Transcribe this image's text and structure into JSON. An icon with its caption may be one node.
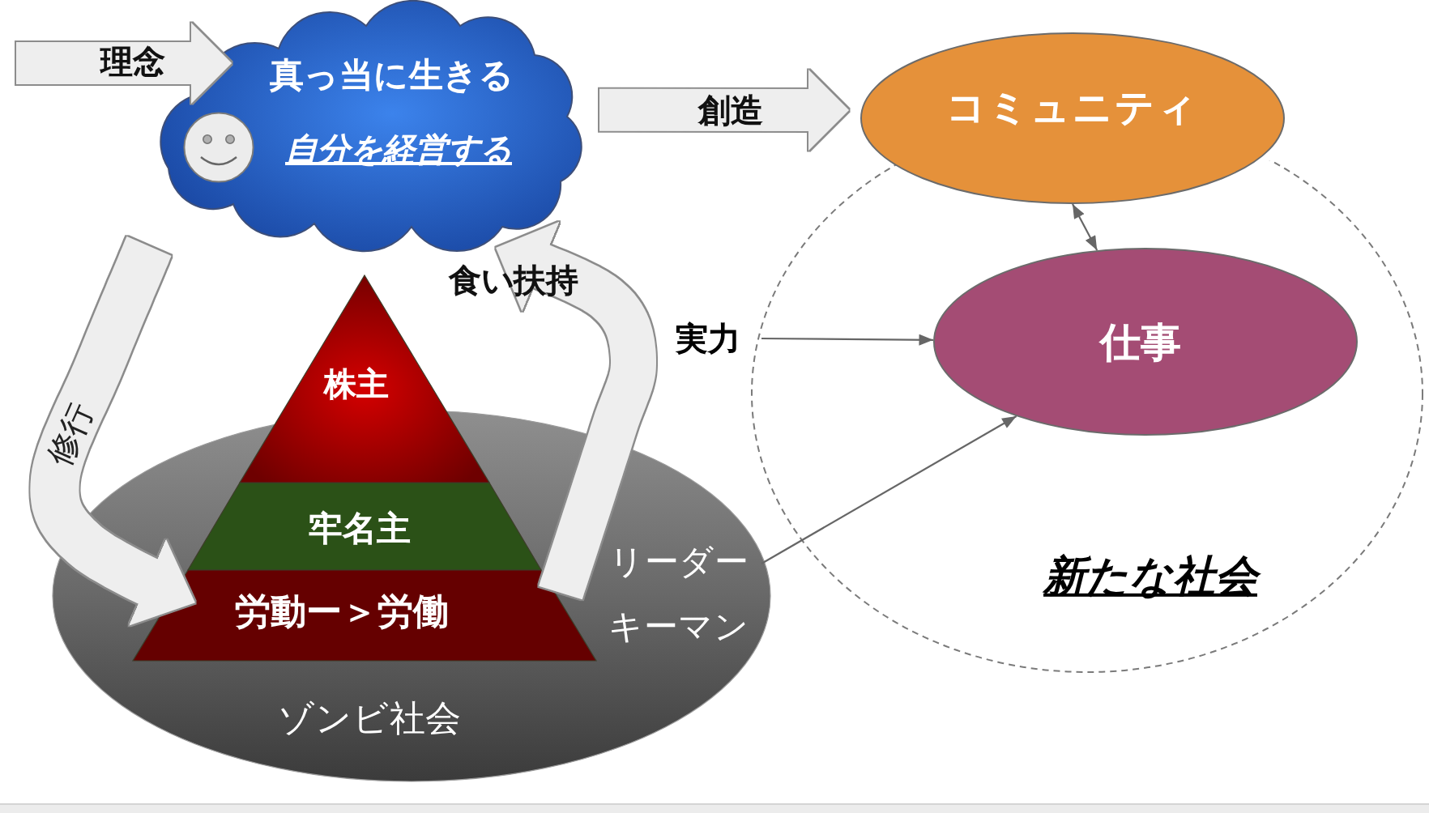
{
  "diagram": {
    "nodes": [
      {
        "text": [
          "真っ当に生きる",
          "自分を経営する"
        ]
      },
      {
        "text": [
          "コミュニティ"
        ]
      },
      {
        "text": [
          "新たな社会"
        ]
      },
      {
        "text": [
          "仕事"
        ],
        "in": 2
      },
      {
        "text": [
          "実力"
        ]
      },
      {
        "text": [
          "ゾンビ社会"
        ]
      },
      {
        "text": [
          "株主"
        ]
      },
      {
        "text": [
          "牢名主"
        ],
        "in": 5
      },
      {
        "text": [
          "労動ー＞労働"
        ],
        "in": 5
      },
      {
        "text": [
          "リーダーキーマン"
        ],
        "in": 5
      }
    ],
    "edges": [
      {
        "from": null,
        "to": 0,
        "arrow": "to",
        "label": "理念"
      },
      {
        "from": 0,
        "to": 1,
        "arrow": "to",
        "label": "創造"
      },
      {
        "from": 0,
        "to": 8,
        "arrow": "to",
        "label": "修行"
      },
      {
        "from": 8,
        "to": 0,
        "arrow": "to",
        "label": "食い扶持"
      },
      {
        "from": 4,
        "to": 3,
        "arrow": "to",
        "color": "#666666"
      },
      {
        "from": 9,
        "to": 3,
        "arrow": "to",
        "color": "#666666"
      },
      {
        "from": 1,
        "to": 3,
        "arrow": "both",
        "color": "#666666"
      }
    ]
  }
}
